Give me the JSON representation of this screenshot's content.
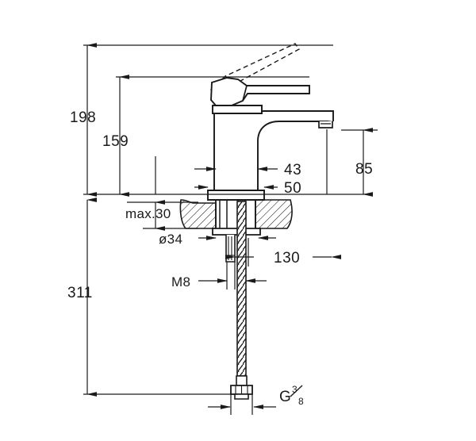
{
  "drawing": {
    "title": "Single lever basin mixer dimensional drawing",
    "units": "mm",
    "line_color": "#1a1a1a",
    "background_color": "#ffffff",
    "hatch_color": "#1a1a1a"
  },
  "dimensions": {
    "height_total": "198",
    "height_spout": "159",
    "height_below_deck": "311",
    "spout_reach_upper": "43",
    "spout_reach_lower": "50",
    "spout_projection": "85",
    "deck_thickness": "max.30",
    "hole_diameter": "ø34",
    "thread_stud": "M8",
    "hose_length": "130",
    "connection_thread_prefix": "G",
    "connection_thread_numerator": "3",
    "connection_thread_denominator": "8"
  },
  "labels": {
    "dim_198": "198",
    "dim_159": "159",
    "dim_311": "311",
    "dim_43": "43",
    "dim_50": "50",
    "dim_85": "85",
    "dim_max30": "max.30",
    "dim_d34": "ø34",
    "dim_m8": "M8",
    "dim_130": "130",
    "dim_g38_g": "G",
    "dim_g38_num": "3",
    "dim_g38_den": "8"
  },
  "parts": [
    {
      "name": "lever-handle",
      "description": "single lever handle shown closed and dashed open position"
    },
    {
      "name": "cartridge-housing",
      "description": "upper body housing the cartridge"
    },
    {
      "name": "faucet-body",
      "description": "vertical cylindrical body"
    },
    {
      "name": "spout",
      "description": "horizontal spout with aerator"
    },
    {
      "name": "aerator",
      "description": "aerator outlet at spout end"
    },
    {
      "name": "base-flange",
      "description": "base plate seated on counter"
    },
    {
      "name": "countertop",
      "description": "hatched section of countertop"
    },
    {
      "name": "mounting-nut",
      "description": "nut and washer securing faucet under counter"
    },
    {
      "name": "threaded-stud",
      "description": "M8 threaded mounting stud"
    },
    {
      "name": "flexible-hose",
      "description": "braided flexible supply hose"
    },
    {
      "name": "hose-connector",
      "description": "G3/8 threaded hose connector nut"
    }
  ]
}
